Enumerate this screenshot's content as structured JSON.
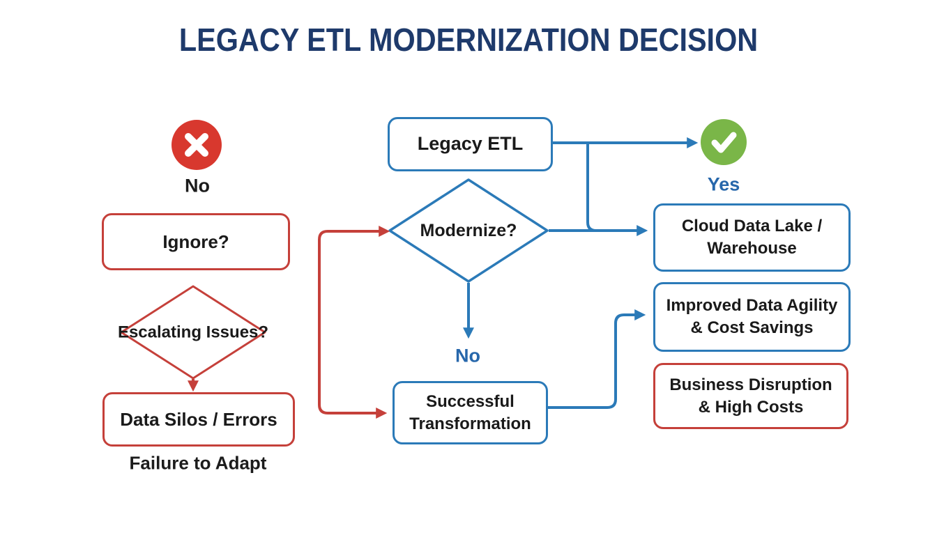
{
  "title": "LEGACY ETL MODERNIZATION DECISION",
  "colors": {
    "blue_line": "#2b7ab8",
    "red_line": "#c5403a",
    "green_icon": "#7ab648",
    "x_icon_red": "#d8382e",
    "title_navy": "#1e3a6b",
    "label_blue": "#2767ab",
    "text_black": "#1a1a1a"
  },
  "left_branch": {
    "no_icon": "x-circle-icon",
    "no_label": "No",
    "ignore_box": "Ignore?",
    "escalating_diamond": {
      "line1": "Escalating",
      "line2": "Issues?"
    },
    "data_silos_box": "Data Silos / Errors",
    "failure_caption": "Failure to Adapt"
  },
  "center_branch": {
    "legacy_etl_box": "Legacy ETL",
    "modernize_diamond": "Modernize?",
    "no_label": "No",
    "success_box": {
      "line1": "Successful",
      "line2": "Transformation"
    }
  },
  "right_branch": {
    "yes_icon": "check-circle-icon",
    "yes_label": "Yes",
    "cloud_box": {
      "line1": "Cloud Data Lake /",
      "line2": "Warehouse"
    },
    "improved_box": {
      "line1": "Improved Data Agility",
      "line2": "& Cost Savings"
    },
    "disruption_box": {
      "line1": "Business Disruption",
      "line2": "& High Costs"
    }
  }
}
